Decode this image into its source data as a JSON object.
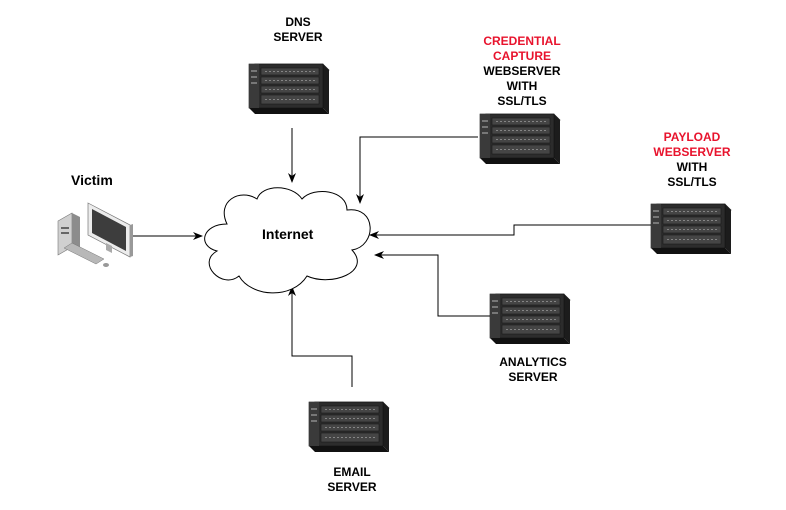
{
  "nodes": {
    "victim": {
      "label": "Victim"
    },
    "internet": {
      "label": "Internet"
    },
    "dns_server": {
      "line1": "DNS",
      "line2": "SERVER"
    },
    "credential_server": {
      "red_line1": "CREDENTIAL",
      "red_line2": "CAPTURE",
      "line3": "WEBSERVER",
      "line4": "WITH",
      "line5": "SSL/TLS"
    },
    "payload_server": {
      "red_line1": "PAYLOAD",
      "red_line2": "WEBSERVER",
      "line3": "WITH",
      "line4": "SSL/TLS"
    },
    "analytics_server": {
      "line1": "ANALYTICS",
      "line2": "SERVER"
    },
    "email_server": {
      "line1": "EMAIL",
      "line2": "SERVER"
    }
  },
  "colors": {
    "highlight": "#e8132d",
    "line": "#000000",
    "server_body": "#2a2a2a"
  },
  "icons": {
    "victim": "desktop-computer-icon",
    "server": "rack-server-icon",
    "internet": "cloud-icon"
  }
}
